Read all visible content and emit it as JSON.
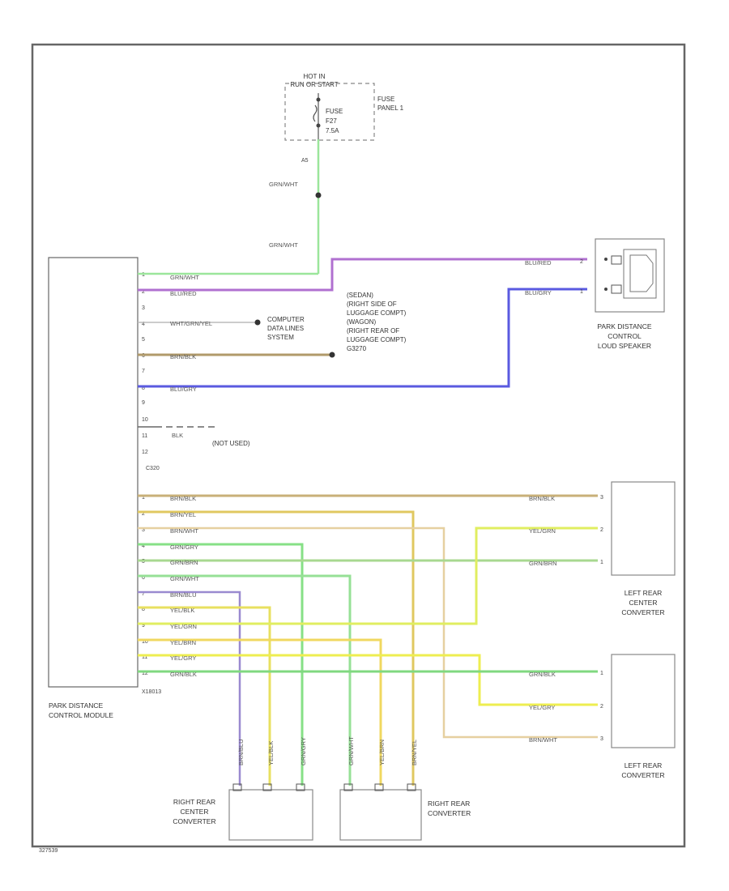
{
  "fuse": {
    "hot_label_1": "HOT IN",
    "hot_label_2": "RUN OR START",
    "fuse_label": "FUSE",
    "fuse_id": "F27",
    "fuse_amp": "7.5A",
    "panel_label_1": "FUSE",
    "panel_label_2": "PANEL 1",
    "terminal": "A5"
  },
  "splice_wire_top": "GRN/WHT",
  "splice_wire_bottom": "GRN/WHT",
  "module": {
    "name_1": "PARK DISTANCE",
    "name_2": "CONTROL MODULE",
    "connector_top": "C320",
    "connector_bottom": "X18013",
    "pins_top": [
      "1",
      "2",
      "3",
      "4",
      "5",
      "6",
      "7",
      "8",
      "9",
      "10",
      "11",
      "12"
    ],
    "wires_top": [
      {
        "pin_label": "GRN/WHT",
        "color": "#7ee07e"
      },
      {
        "pin_label": "BLU/RED",
        "color": "#c070d0"
      },
      {
        "pin_label": "WHT/GRN/YEL",
        "color": "#888888"
      },
      {
        "pin_label": "BRN/BLK",
        "color": "#b09060"
      },
      {
        "pin_label": "BLU/GRY",
        "color": "#5050d8"
      },
      {
        "pin_label": "BLK",
        "color": "#666666"
      }
    ],
    "pins_bottom": [
      "1",
      "2",
      "3",
      "4",
      "5",
      "6",
      "7",
      "8",
      "9",
      "10",
      "11",
      "12"
    ],
    "wires_bottom": [
      "BRN/BLK",
      "BRN/YEL",
      "BRN/WHT",
      "GRN/GRY",
      "GRN/BRN",
      "GRN/WHT",
      "BRN/BLU",
      "YEL/BLK",
      "YEL/GRN",
      "YEL/BRN",
      "YEL/GRY",
      "GRN/BLK"
    ]
  },
  "computer_data": {
    "line1": "COMPUTER",
    "line2": "DATA LINES",
    "line3": "SYSTEM"
  },
  "ground": {
    "line1": "(SEDAN)",
    "line2": "(RIGHT SIDE OF",
    "line3": "LUGGAGE COMPT)",
    "line4": "(WAGON)",
    "line5": "(RIGHT REAR OF",
    "line6": "LUGGAGE COMPT)",
    "line7": "G3270"
  },
  "not_used": "(NOT USED)",
  "speaker": {
    "name_1": "PARK DISTANCE",
    "name_2": "CONTROL",
    "name_3": "LOUD SPEAKER",
    "wire_1": "BLU/RED",
    "wire_2": "BLU/GRY",
    "pin_1": "2",
    "pin_2": "1"
  },
  "left_rear_center": {
    "name_1": "LEFT REAR",
    "name_2": "CENTER",
    "name_3": "CONVERTER",
    "wires": [
      "BRN/BLK",
      "YEL/GRN",
      "GRN/BRN"
    ],
    "pins": [
      "3",
      "2",
      "1"
    ]
  },
  "left_rear": {
    "name_1": "LEFT REAR",
    "name_2": "CONVERTER",
    "wires": [
      "GRN/BLK",
      "YEL/GRY",
      "BRN/WHT"
    ],
    "pins": [
      "1",
      "2",
      "3"
    ]
  },
  "right_rear_center": {
    "name_1": "RIGHT REAR",
    "name_2": "CENTER",
    "name_3": "CONVERTER",
    "wires": [
      "BRN/BLU",
      "YEL/BLK",
      "GRN/GRY"
    ]
  },
  "right_rear": {
    "name_1": "RIGHT REAR",
    "name_2": "CONVERTER",
    "wires": [
      "GRN/WHT",
      "YEL/BRN",
      "BRN/YEL"
    ]
  },
  "page_id": "327539"
}
